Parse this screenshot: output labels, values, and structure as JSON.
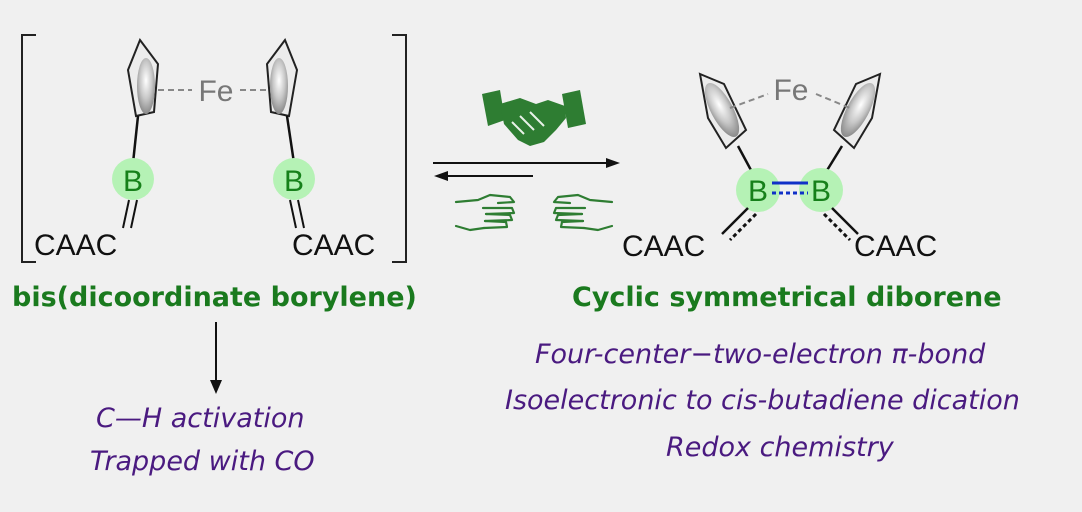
{
  "left": {
    "metal": "Fe",
    "boron_left": "B",
    "boron_right": "B",
    "ligand_left": "CAAC",
    "ligand_right": "CAAC",
    "title": "bis(dicoordinate borylene)",
    "reactivity": [
      "C—H activation",
      "Trapped with CO"
    ]
  },
  "right": {
    "metal": "Fe",
    "boron_left": "B",
    "boron_right": "B",
    "ligand_left": "CAAC",
    "ligand_right": "CAAC",
    "title": "Cyclic symmetrical diborene",
    "features": [
      "Four-center−two-electron  π-bond",
      "Isoelectronic to cis-butadiene dication",
      "Redox chemistry"
    ]
  },
  "icons": {
    "forward": "handshake-icon",
    "reverse": [
      "hand-right-icon",
      "hand-left-icon"
    ]
  },
  "colors": {
    "boron_highlight": "#b5f2b5",
    "title_green": "#1a7a1e",
    "note_purple": "#4a1a80",
    "hand_green": "#2e7d32",
    "pi_bond_blue": "#1030c8"
  }
}
